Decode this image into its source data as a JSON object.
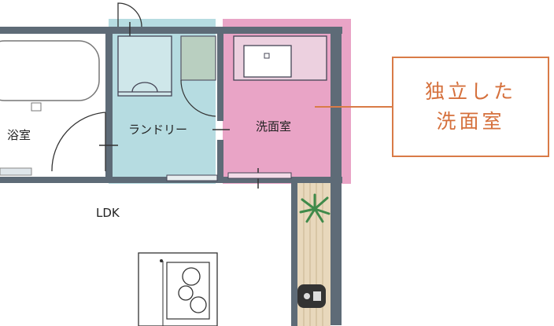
{
  "rooms": {
    "bath": "浴室",
    "laundry": "ランドリー",
    "washroom": "洗面室",
    "ldk": "LDK"
  },
  "callout": {
    "line1": "独立した",
    "line2": "洗面室"
  },
  "colors": {
    "laundry_fill": "#a9d6dc",
    "washroom_fill": "#e79ac0",
    "wall": "#5e6b77",
    "callout_border": "#d97b47"
  }
}
